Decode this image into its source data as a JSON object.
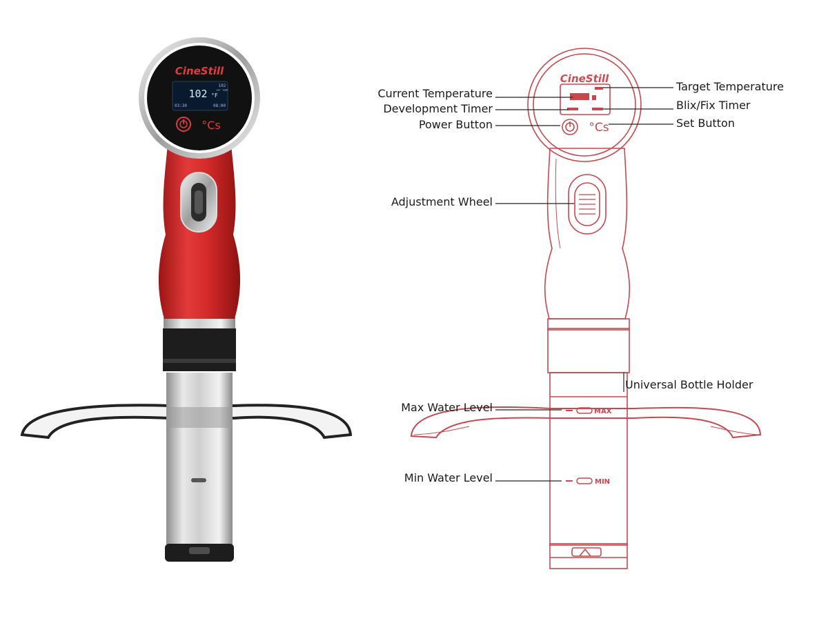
{
  "product": {
    "brand": "CineStill",
    "photo_display": {
      "current_temp": "102",
      "unit": "°F",
      "dev_timer": "03:30",
      "blix_timer": "08:00",
      "target_temp": "102",
      "target_label": "SET TEMP"
    },
    "temp_key": "°Cs",
    "level_marks": {
      "max": "MAX",
      "min": "MIN"
    }
  },
  "callouts": {
    "current_temperature": "Current Temperature",
    "development_timer": "Development Timer",
    "power_button": "Power Button",
    "adjustment_wheel": "Adjustment Wheel",
    "max_water_level": "Max Water Level",
    "min_water_level": "Min Water Level",
    "target_temperature": "Target Temperature",
    "blix_fix_timer": "Blix/Fix Timer",
    "set_button": "Set Button",
    "universal_bottle_holder": "Universal Bottle Holder"
  },
  "colors": {
    "body_red": "#d42a2a",
    "line_red": "#c8474c",
    "steel": "#bdbdbd",
    "black": "#1d1d1d"
  }
}
